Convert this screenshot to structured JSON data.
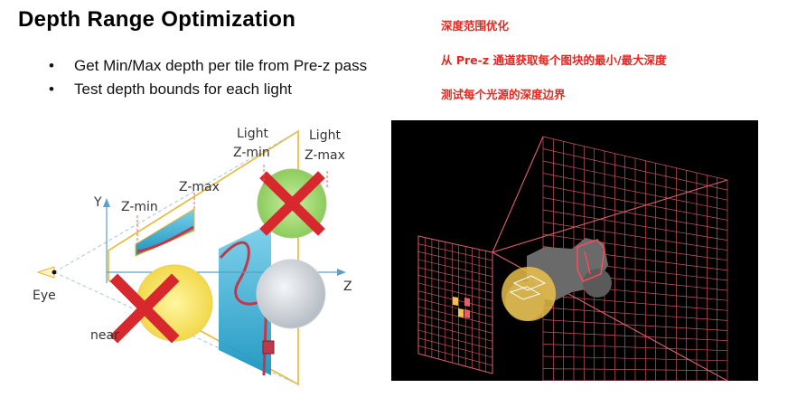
{
  "slide": {
    "title": "Depth Range Optimization",
    "bullets": [
      "Get Min/Max depth per tile from Pre-z pass",
      "Test depth bounds for each light"
    ],
    "annotations_cn": [
      "深度范围优化",
      "从 Pre-z 通道获取每个图块的最小/最大深度",
      "测试每个光源的深度边界"
    ]
  },
  "left_diagram": {
    "labels": {
      "y_axis": "Y",
      "z_axis": "Z",
      "eye": "Eye",
      "near": "near",
      "tile_zmin": "Z-min",
      "tile_zmax": "Z-max",
      "light": "Light",
      "light_zmin": "Z-min",
      "light_zmax": "Z-max"
    }
  },
  "colors": {
    "accent_red": "#e8251e",
    "frustum_yellow": "#e8b830",
    "tile_blue": "#1ea3c8",
    "light_green": "#a8dc7a",
    "grid_red": "#e0606a"
  }
}
